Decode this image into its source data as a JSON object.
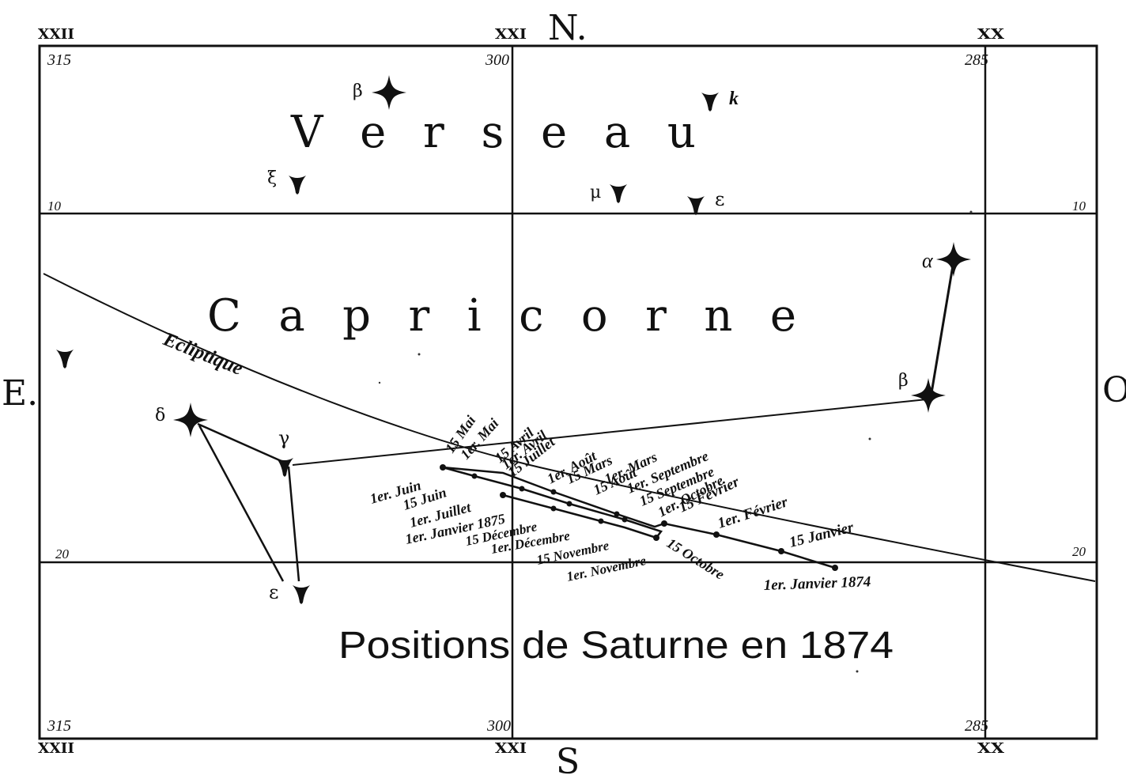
{
  "directions": {
    "north": "N.",
    "south": "S",
    "east": "E.",
    "west": "O"
  },
  "hour_labels": {
    "left": "XXII",
    "middle": "XXI",
    "right": "XX"
  },
  "minute_labels": {
    "left": "315",
    "middle": "300",
    "right": "285"
  },
  "declination_labels": {
    "top": "10",
    "bottom": "20"
  },
  "constellations": {
    "upper": "V e r s e a u",
    "lower": "C a p r i c o r n e"
  },
  "ecliptic_label": "Ecliptique",
  "title": "Positions de Saturne en 1874",
  "stars": {
    "verseau_beta": "β",
    "verseau_k": "k",
    "verseau_xi": "ξ",
    "verseau_mu": "μ",
    "verseau_epsilon": "ε",
    "capricorne_alpha": "α",
    "capricorne_beta": "β",
    "capricorne_delta": "δ",
    "capricorne_gamma": "γ",
    "capricorne_epsilon": "ε"
  },
  "saturn_positions": [
    "1er. Janvier 1874",
    "15 Janvier",
    "1er. Février",
    "15 Février",
    "1er. Mars",
    "15 Mars",
    "1er. Avril",
    "15 Avril",
    "1er. Mai",
    "15 Mai",
    "1er. Juin",
    "15 Juin",
    "1er. Juillet",
    "15 Juillet",
    "1er. Août",
    "15 Août",
    "1er. Septembre",
    "15 Septembre",
    "1er. Octobre",
    "15 Octobre",
    "1er. Novembre",
    "15 Novembre",
    "1er. Décembre",
    "15 Décembre",
    "1er. Janvier 1875"
  ]
}
